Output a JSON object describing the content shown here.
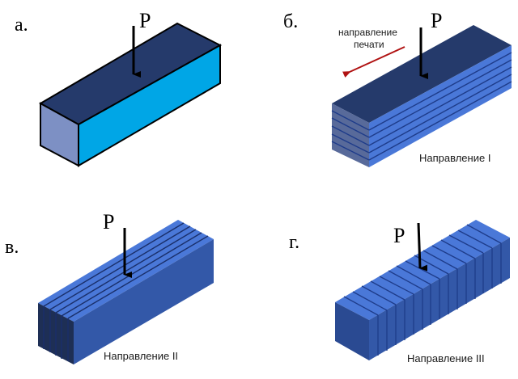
{
  "panels": [
    {
      "letter": "а.",
      "force": "P"
    },
    {
      "letter": "б.",
      "force": "P",
      "print_direction": [
        "направление",
        "печати"
      ],
      "caption": "Направление I"
    },
    {
      "letter": "в.",
      "force": "P",
      "caption": "Направление II"
    },
    {
      "letter": "г.",
      "force": "P",
      "caption": "Направление III"
    }
  ],
  "colors": {
    "top_dark": "#253a6b",
    "side_bright": "#00a6e6",
    "end_gray": "#7d90c4",
    "layer_blue": "#4a78d8",
    "layer_line": "#1e3c8a",
    "print_arrow": "#b01212"
  }
}
